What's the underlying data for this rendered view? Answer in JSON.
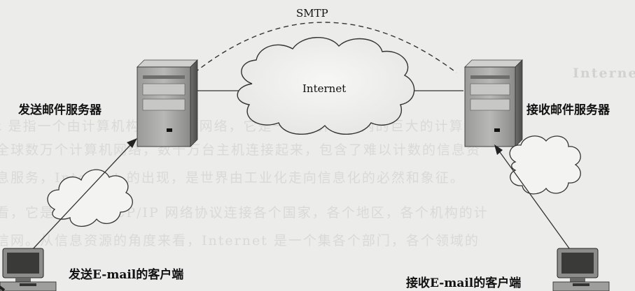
{
  "protocol_label": "SMTP",
  "cloud_label": "Internet",
  "sender_server_label": "发送邮件服务器",
  "receiver_server_label": "接收邮件服务器",
  "sender_client_label": "发送E-mail的客户端",
  "receiver_client_label": "接收E-mail的客户端",
  "background_text": {
    "heading": "Internet",
    "lines": [
      "t 是指一个由计算机构成的交互网络，它是一个世界范围内的巨大的计算",
      "全球数万个计算机网络，数千万台主机连接起来，包含了难以计数的信息资",
      "息服务，Internet 的出现，是世界由工业化走向信息化的必然和象征。",
      "看，它是一个以 TCP/IP 网络协议连接各个国家，各个地区，各个机构的计",
      "信网。从信息资源的角度来看，Internet 是一个集各个部门，各个领域的"
    ]
  }
}
